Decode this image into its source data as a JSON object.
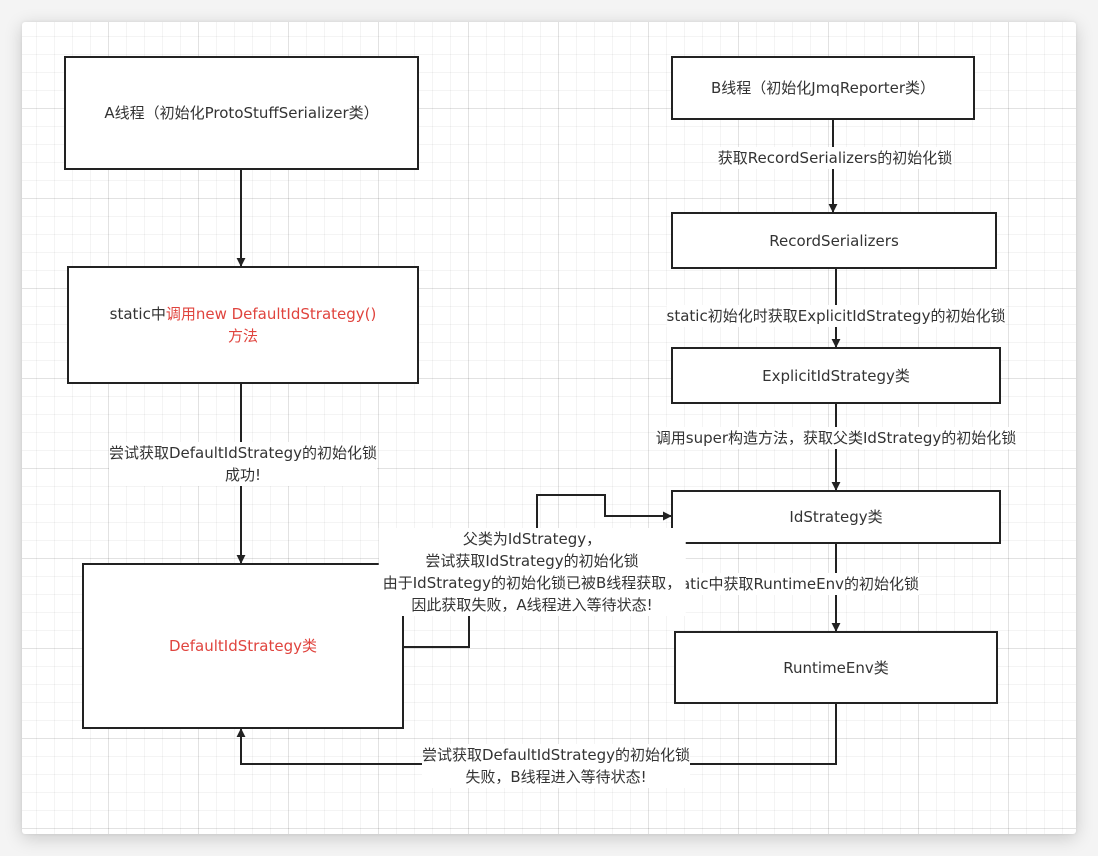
{
  "diagram": {
    "colors": {
      "stroke": "#222222",
      "text": "#333333",
      "highlight": "#e0443e",
      "background": "#ffffff"
    },
    "nodes": {
      "thread_a": {
        "label": "A线程（初始化ProtoStuffSerializer类）"
      },
      "static_call": {
        "prefix": "static中",
        "highlight": "调用new DefaultIdStrategy()方法"
      },
      "default_id_strategy": {
        "label": "DefaultIdStrategy类"
      },
      "thread_b": {
        "label": "B线程（初始化JmqReporter类）"
      },
      "record_serializers": {
        "label": "RecordSerializers"
      },
      "explicit_id_strategy": {
        "label": "ExplicitIdStrategy类"
      },
      "id_strategy": {
        "label": "IdStrategy类"
      },
      "runtime_env": {
        "label": "RuntimeEnv类"
      }
    },
    "edges": {
      "a_to_static": {
        "label": ""
      },
      "static_to_default": {
        "line1": "尝试获取DefaultIdStrategy的初始化锁",
        "line2": "成功!"
      },
      "b_to_record": {
        "label": "获取RecordSerializers的初始化锁"
      },
      "record_to_explicit": {
        "label": "static初始化时获取ExplicitIdStrategy的初始化锁"
      },
      "explicit_to_id": {
        "label": "调用super构造方法，获取父类IdStrategy的初始化锁"
      },
      "id_to_runtime": {
        "label": "atic中获取RuntimeEnv的初始化锁"
      },
      "default_to_id": {
        "line1": "父类为IdStrategy，",
        "line2": "尝试获取IdStrategy的初始化锁",
        "line3": "由于IdStrategy的初始化锁已被B线程获取，",
        "line4": "因此获取失败，A线程进入等待状态!"
      },
      "runtime_to_default": {
        "line1": "尝试获取DefaultIdStrategy的初始化锁",
        "line2": "失败，B线程进入等待状态!"
      }
    }
  }
}
